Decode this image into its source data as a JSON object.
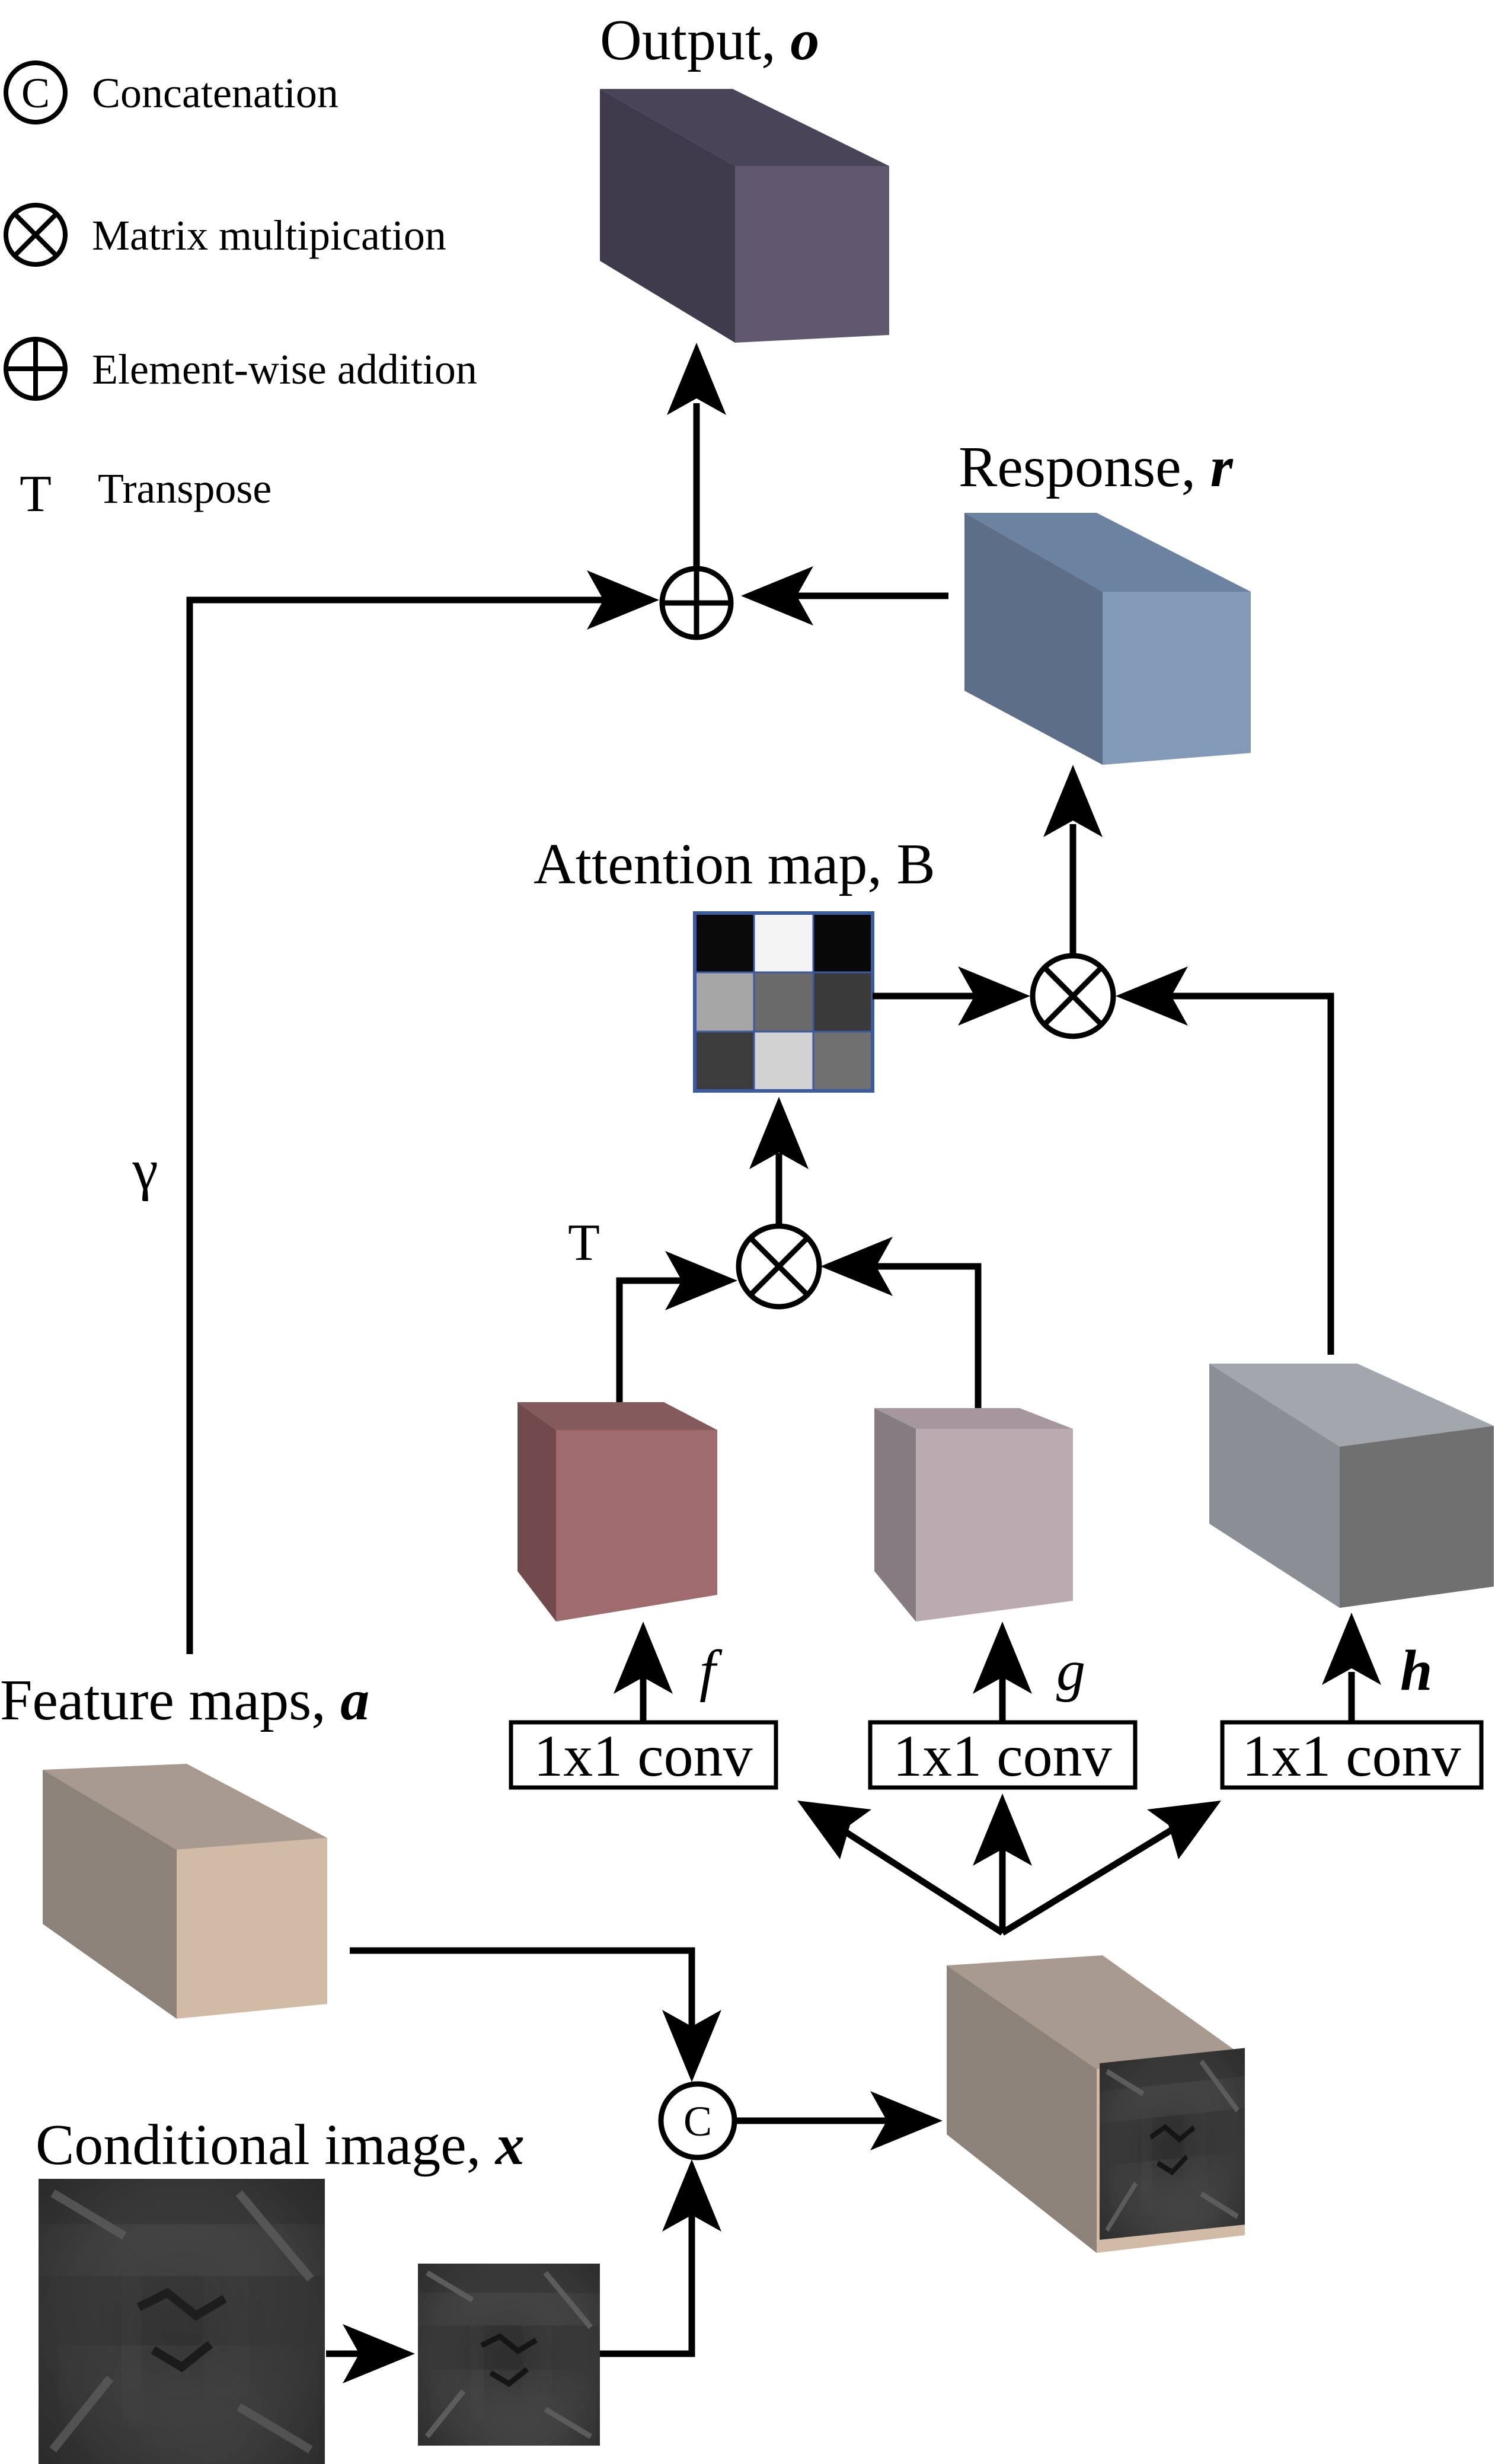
{
  "legend": {
    "concat_label": "Concatenation",
    "concat_symbol": "C",
    "matmul_label": "Matrix multipication",
    "add_label": "Element-wise addition",
    "transpose_symbol": "T",
    "transpose_label": "Transpose"
  },
  "labels": {
    "output": "Output, ",
    "output_var": "o",
    "response": "Response, ",
    "response_var": "r",
    "attention": "Attention map, B",
    "gamma": "γ",
    "transpose": "T",
    "feature_maps": "Feature maps, ",
    "feature_var": "a",
    "conditional": "Conditional image, ",
    "conditional_var": "x",
    "concat_node": "C",
    "f": "f",
    "g": "g",
    "h": "h"
  },
  "conv": [
    "1x1 conv",
    "1x1 conv",
    "1x1 conv"
  ],
  "colors": {
    "output_front": "#5f586f",
    "output_side": "#3f3a4c",
    "output_top": "#4a4459",
    "response_front": "#8299b8",
    "response_side": "#5d6f88",
    "response_top": "#6c82a1",
    "f_front": "#9f6b6c",
    "f_side": "#724a4d",
    "f_top": "#845a5c",
    "g_front": "#bcaab1",
    "g_side": "#877b82",
    "g_top": "#a6979e",
    "h_front": "#707070",
    "h_side": "#8a8f96",
    "h_top": "#a2a7ad",
    "feat_front": "#d1bba6",
    "feat_side": "#8c8279",
    "feat_top": "#a89a8e",
    "attention_border": "#3b5aa0"
  },
  "attention_cells": [
    "#0a0a0a",
    "#f4f4f4",
    "#080808",
    "#a6a6a6",
    "#6a6a6a",
    "#3a3a3a",
    "#3c3c3c",
    "#d2d2d2",
    "#707070"
  ]
}
